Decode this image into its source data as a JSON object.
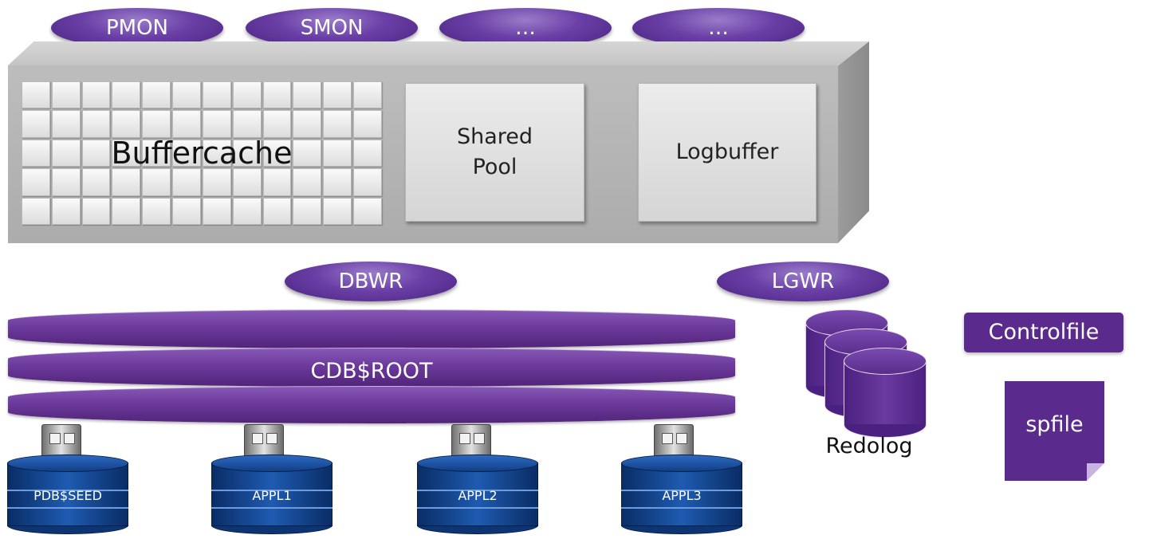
{
  "processes": {
    "pmon": "PMON",
    "smon": "SMON",
    "other1": "…",
    "other2": "…",
    "dbwr": "DBWR",
    "lgwr": "LGWR"
  },
  "sga": {
    "buffercache": "Buffercache",
    "shared_pool": "Shared\nPool",
    "logbuffer": "Logbuffer"
  },
  "cdb": {
    "root": "CDB$ROOT"
  },
  "pdbs": [
    "PDB$SEED",
    "APPL1",
    "APPL2",
    "APPL3"
  ],
  "files": {
    "redolog": "Redolog",
    "controlfile": "Controlfile",
    "spfile": "spfile"
  }
}
